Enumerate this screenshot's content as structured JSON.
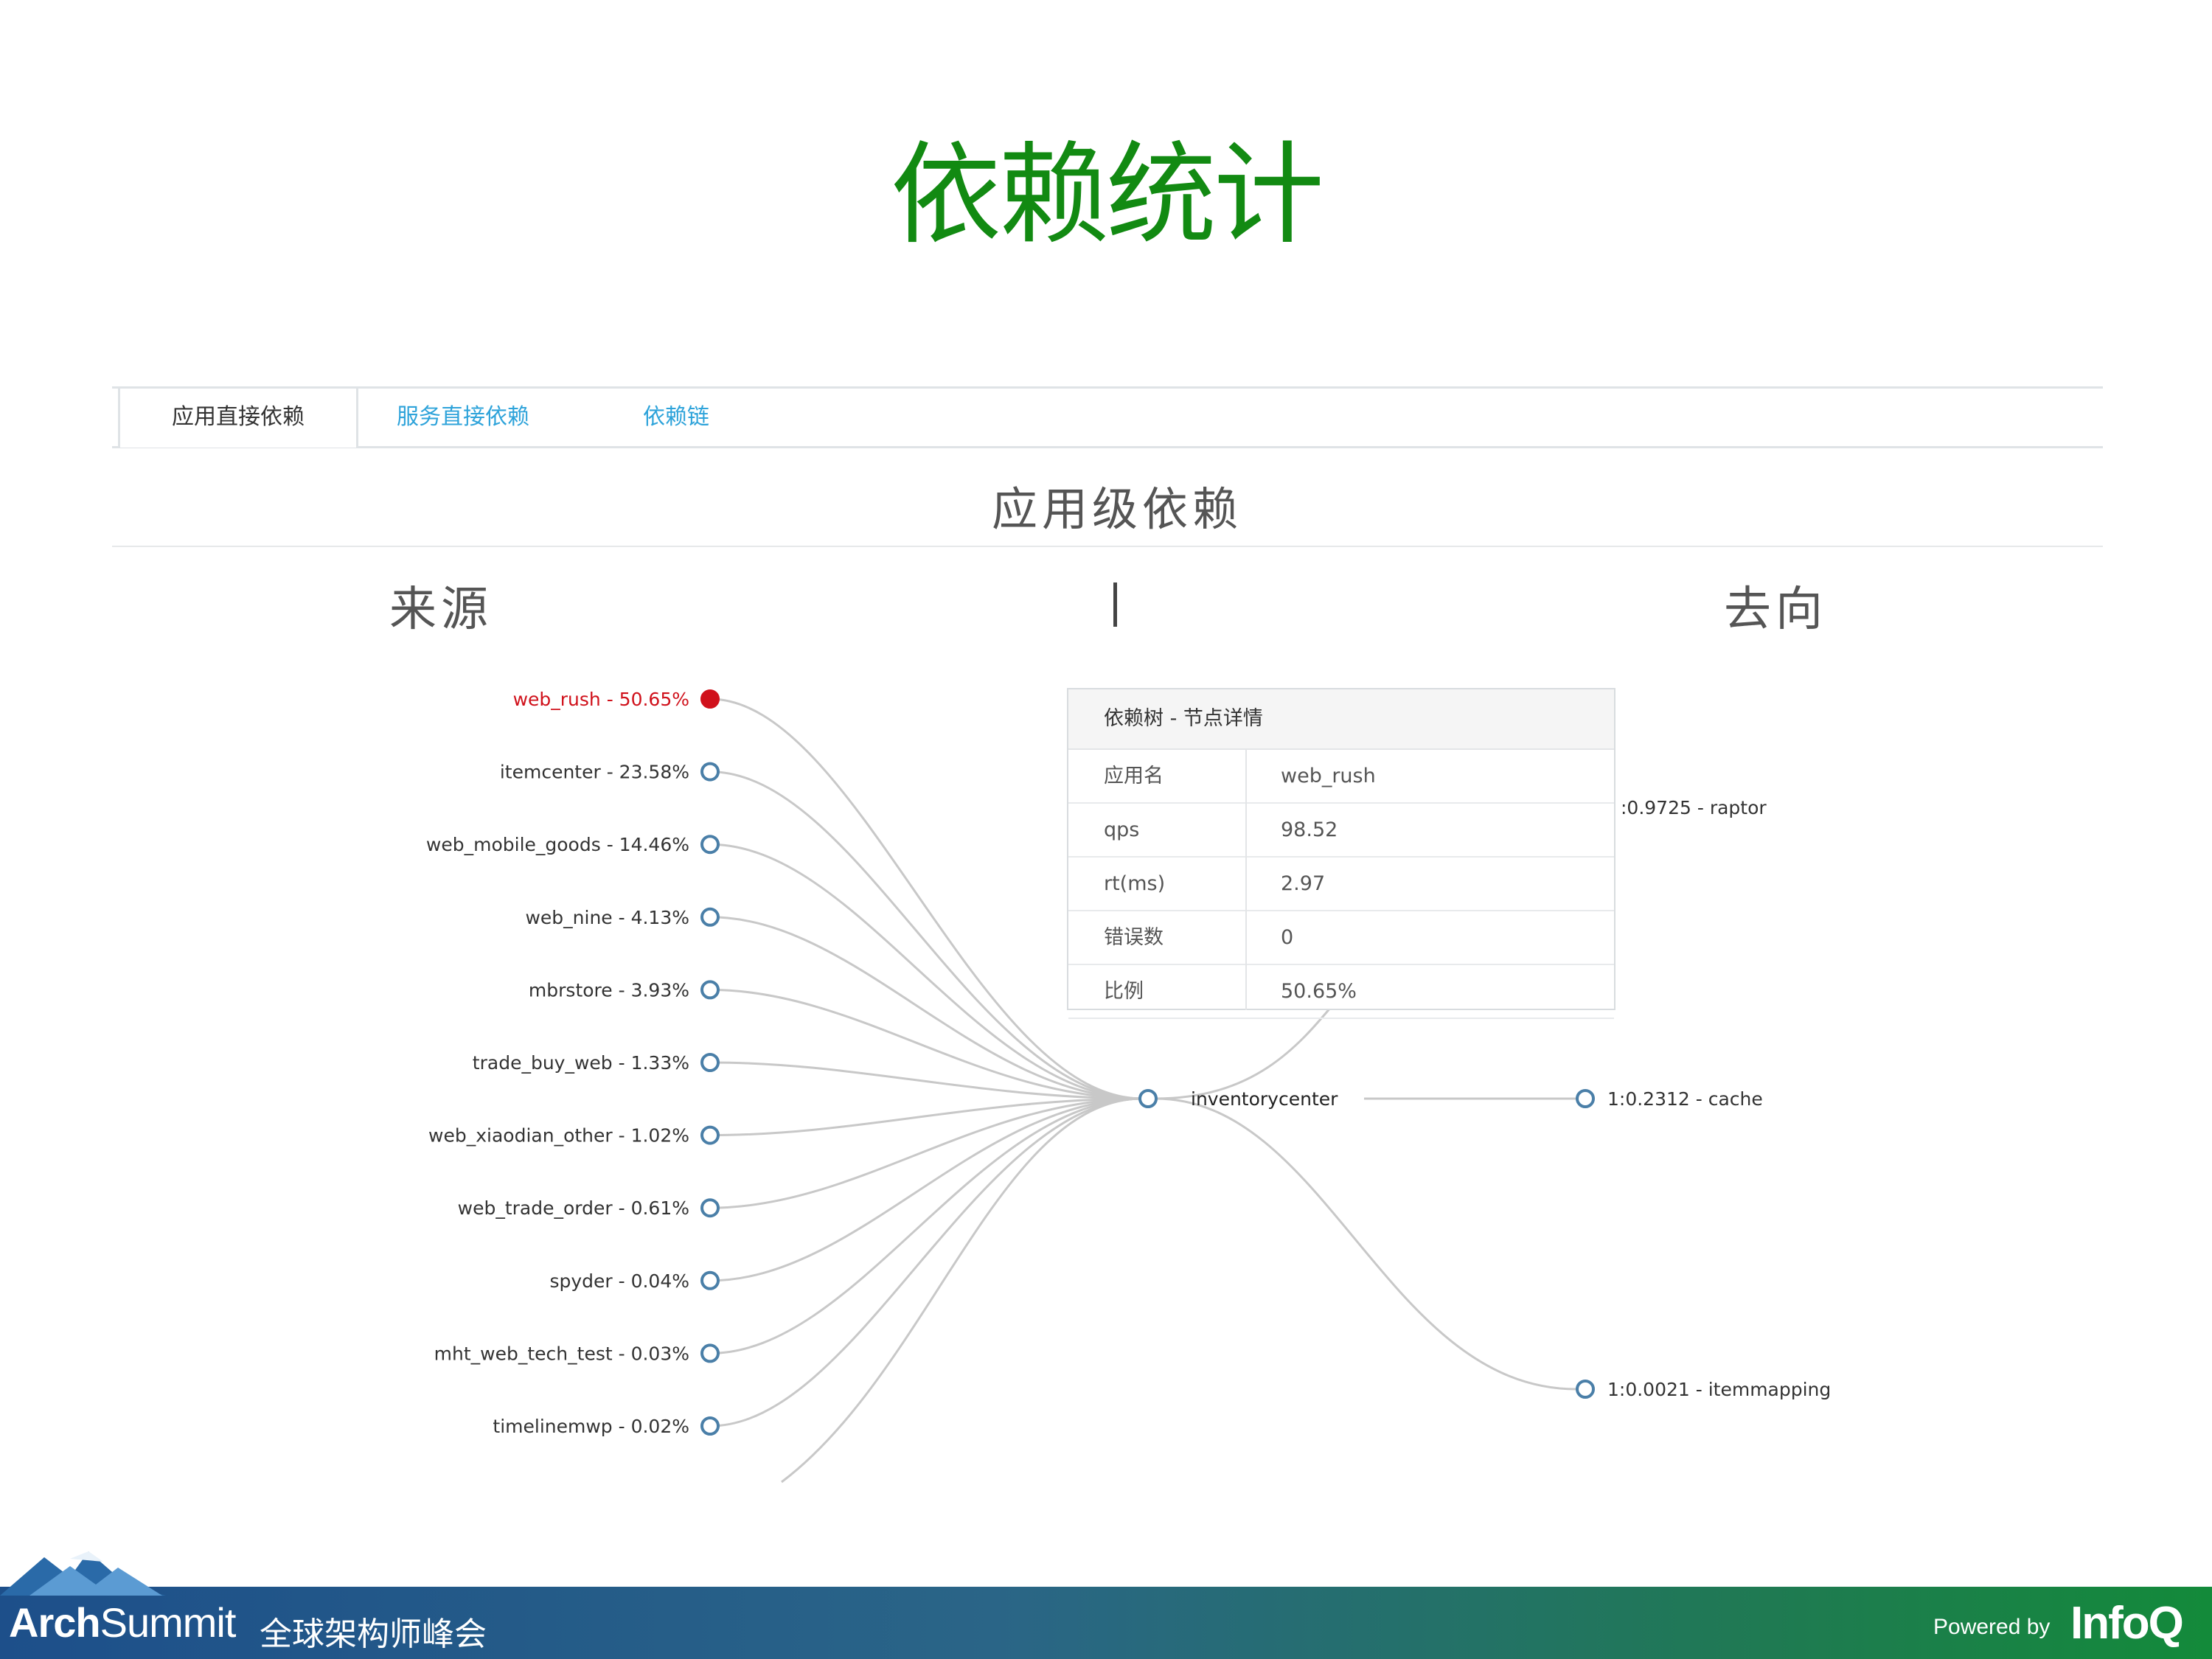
{
  "slide": {
    "title": "依赖统计"
  },
  "tabs": [
    {
      "label": "应用直接依赖",
      "active": true
    },
    {
      "label": "服务直接依赖",
      "active": false
    },
    {
      "label": "依赖链",
      "active": false
    }
  ],
  "section": {
    "title": "应用级依赖",
    "sources_heading": "来源",
    "divider": "|",
    "targets_heading": "去向"
  },
  "graph": {
    "center": "inventorycenter",
    "sources": [
      {
        "label": "web_rush - 50.65%",
        "selected": true
      },
      {
        "label": "itemcenter - 23.58%"
      },
      {
        "label": "web_mobile_goods - 14.46%"
      },
      {
        "label": "web_nine - 4.13%"
      },
      {
        "label": "mbrstore - 3.93%"
      },
      {
        "label": "trade_buy_web - 1.33%"
      },
      {
        "label": "web_xiaodian_other - 1.02%"
      },
      {
        "label": "web_trade_order - 0.61%"
      },
      {
        "label": "spyder - 0.04%"
      },
      {
        "label": "mht_web_tech_test - 0.03%"
      },
      {
        "label": "timelinemwp - 0.02%"
      }
    ],
    "targets": [
      {
        "label": ":0.9725 - raptor"
      },
      {
        "label": "1:0.2312 - cache"
      },
      {
        "label": "1:0.0021 - itemmapping"
      }
    ],
    "colors": {
      "link": "#c8c8c8",
      "node": "#4a7fa8",
      "selected": "#d0111b"
    }
  },
  "detail": {
    "title": "依赖树 - 节点详情",
    "rows": [
      {
        "key": "应用名",
        "value": "web_rush"
      },
      {
        "key": "qps",
        "value": "98.52"
      },
      {
        "key": "rt(ms)",
        "value": "2.97"
      },
      {
        "key": "错误数",
        "value": "0"
      },
      {
        "key": "比例",
        "value": "50.65%"
      }
    ]
  },
  "footer": {
    "brand_bold": "Arch",
    "brand_rest": "Summit",
    "brand_cn": "全球架构师峰会",
    "powered_by": "Powered by",
    "infoq": "InfoQ"
  }
}
